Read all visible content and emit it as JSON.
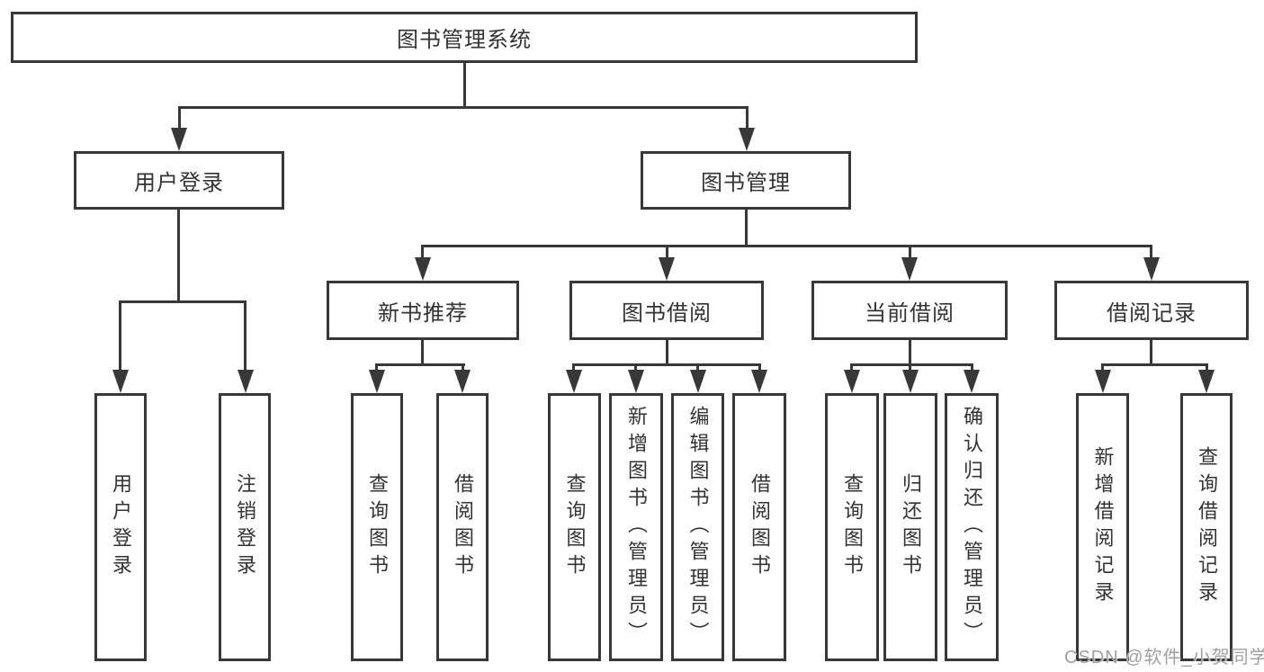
{
  "diagram": {
    "root": {
      "label": "图书管理系统"
    },
    "level2": [
      {
        "label": "用户登录"
      },
      {
        "label": "图书管理"
      }
    ],
    "level3": [
      {
        "label": "新书推荐",
        "parent": "图书管理"
      },
      {
        "label": "图书借阅",
        "parent": "图书管理"
      },
      {
        "label": "当前借阅",
        "parent": "图书管理"
      },
      {
        "label": "借阅记录",
        "parent": "图书管理"
      }
    ],
    "leaves": [
      {
        "label": "用户登录",
        "parent": "用户登录"
      },
      {
        "label": "注销登录",
        "parent": "用户登录"
      },
      {
        "label": "查询图书",
        "parent": "新书推荐"
      },
      {
        "label": "借阅图书",
        "parent": "新书推荐"
      },
      {
        "label": "查询图书",
        "parent": "图书借阅"
      },
      {
        "label": "新增图书（管理员）",
        "parent": "图书借阅"
      },
      {
        "label": "编辑图书（管理员）",
        "parent": "图书借阅"
      },
      {
        "label": "借阅图书",
        "parent": "图书借阅"
      },
      {
        "label": "查询图书",
        "parent": "当前借阅"
      },
      {
        "label": "归还图书",
        "parent": "当前借阅"
      },
      {
        "label": "确认归还（管理员）",
        "parent": "当前借阅"
      },
      {
        "label": "新增借阅记录",
        "parent": "借阅记录"
      },
      {
        "label": "查询借阅记录",
        "parent": "借阅记录"
      }
    ],
    "colors": {
      "line": "#383838",
      "text": "#333333",
      "background": "#ffffff"
    }
  },
  "watermark": {
    "text": "CSDN @软件_小贺同学",
    "color": "#9f9f9f"
  }
}
